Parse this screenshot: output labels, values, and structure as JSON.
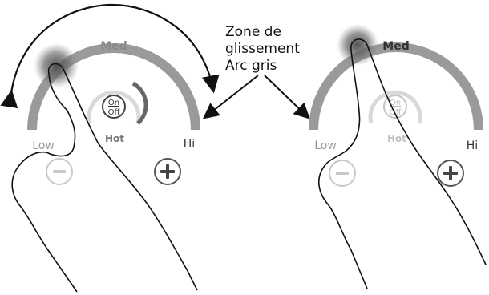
{
  "callout": {
    "line1": "Zone de",
    "line2": "glissement",
    "line3": "Arc gris"
  },
  "panels": [
    {
      "slider_levels": {
        "low": "Low",
        "med": "Med",
        "hi": "Hi"
      },
      "center_label": "Hot",
      "power_button": {
        "top": "On",
        "bottom": "Off"
      },
      "minus_button": "minus-icon",
      "plus_button": "plus-icon",
      "gesture": "swipe-left-right"
    },
    {
      "slider_levels": {
        "low": "Low",
        "med": "Med",
        "hi": "Hi"
      },
      "center_label": "Hot",
      "power_button": {
        "top": "On",
        "bottom": "Off"
      },
      "minus_button": "minus-icon",
      "plus_button": "plus-icon",
      "gesture": "touch-med"
    }
  ],
  "colors": {
    "arc": "#9a9a9a",
    "arc_light": "#d9d9d9",
    "ink": "#1a1a1a",
    "touch": "#6a6a6a"
  }
}
